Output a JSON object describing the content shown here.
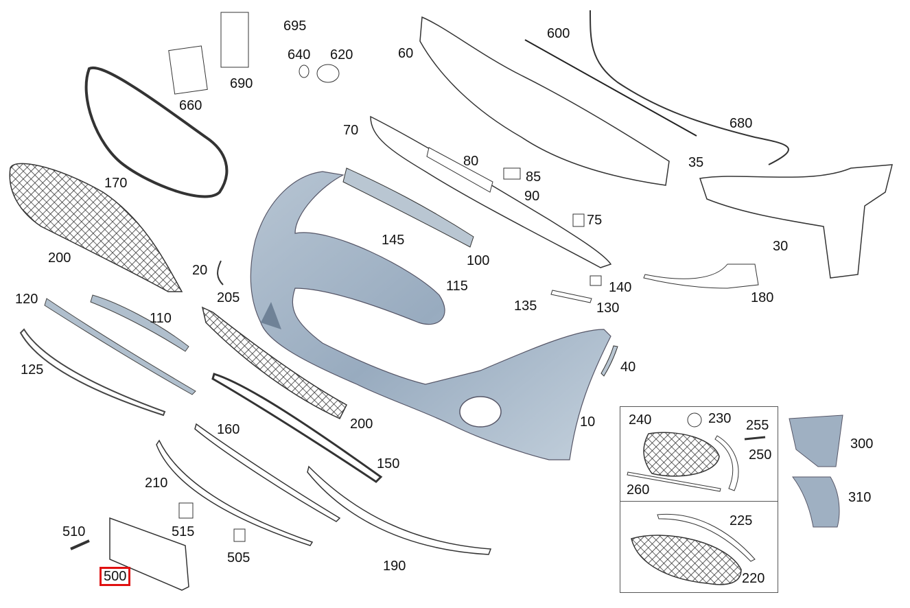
{
  "diagram": {
    "highlight_color": "#e01010",
    "part_color": "#9fb0c2",
    "outline_color": "#222222",
    "labels": {
      "p10": "10",
      "p20": "20",
      "p30": "30",
      "p35": "35",
      "p40": "40",
      "p60": "60",
      "p70": "70",
      "p75": "75",
      "p80": "80",
      "p85": "85",
      "p90": "90",
      "p100": "100",
      "p110": "110",
      "p115": "115",
      "p120": "120",
      "p125": "125",
      "p130": "130",
      "p135": "135",
      "p140": "140",
      "p145": "145",
      "p150": "150",
      "p160": "160",
      "p170": "170",
      "p180": "180",
      "p190": "190",
      "p200a": "200",
      "p200b": "200",
      "p205": "205",
      "p210": "210",
      "p220": "220",
      "p225": "225",
      "p230": "230",
      "p240": "240",
      "p250": "250",
      "p255": "255",
      "p260": "260",
      "p300": "300",
      "p310": "310",
      "p500": "500",
      "p505": "505",
      "p510": "510",
      "p515": "515",
      "p600": "600",
      "p620": "620",
      "p640": "640",
      "p660": "660",
      "p680": "680",
      "p690": "690",
      "p695": "695"
    },
    "highlighted_part": "500"
  }
}
